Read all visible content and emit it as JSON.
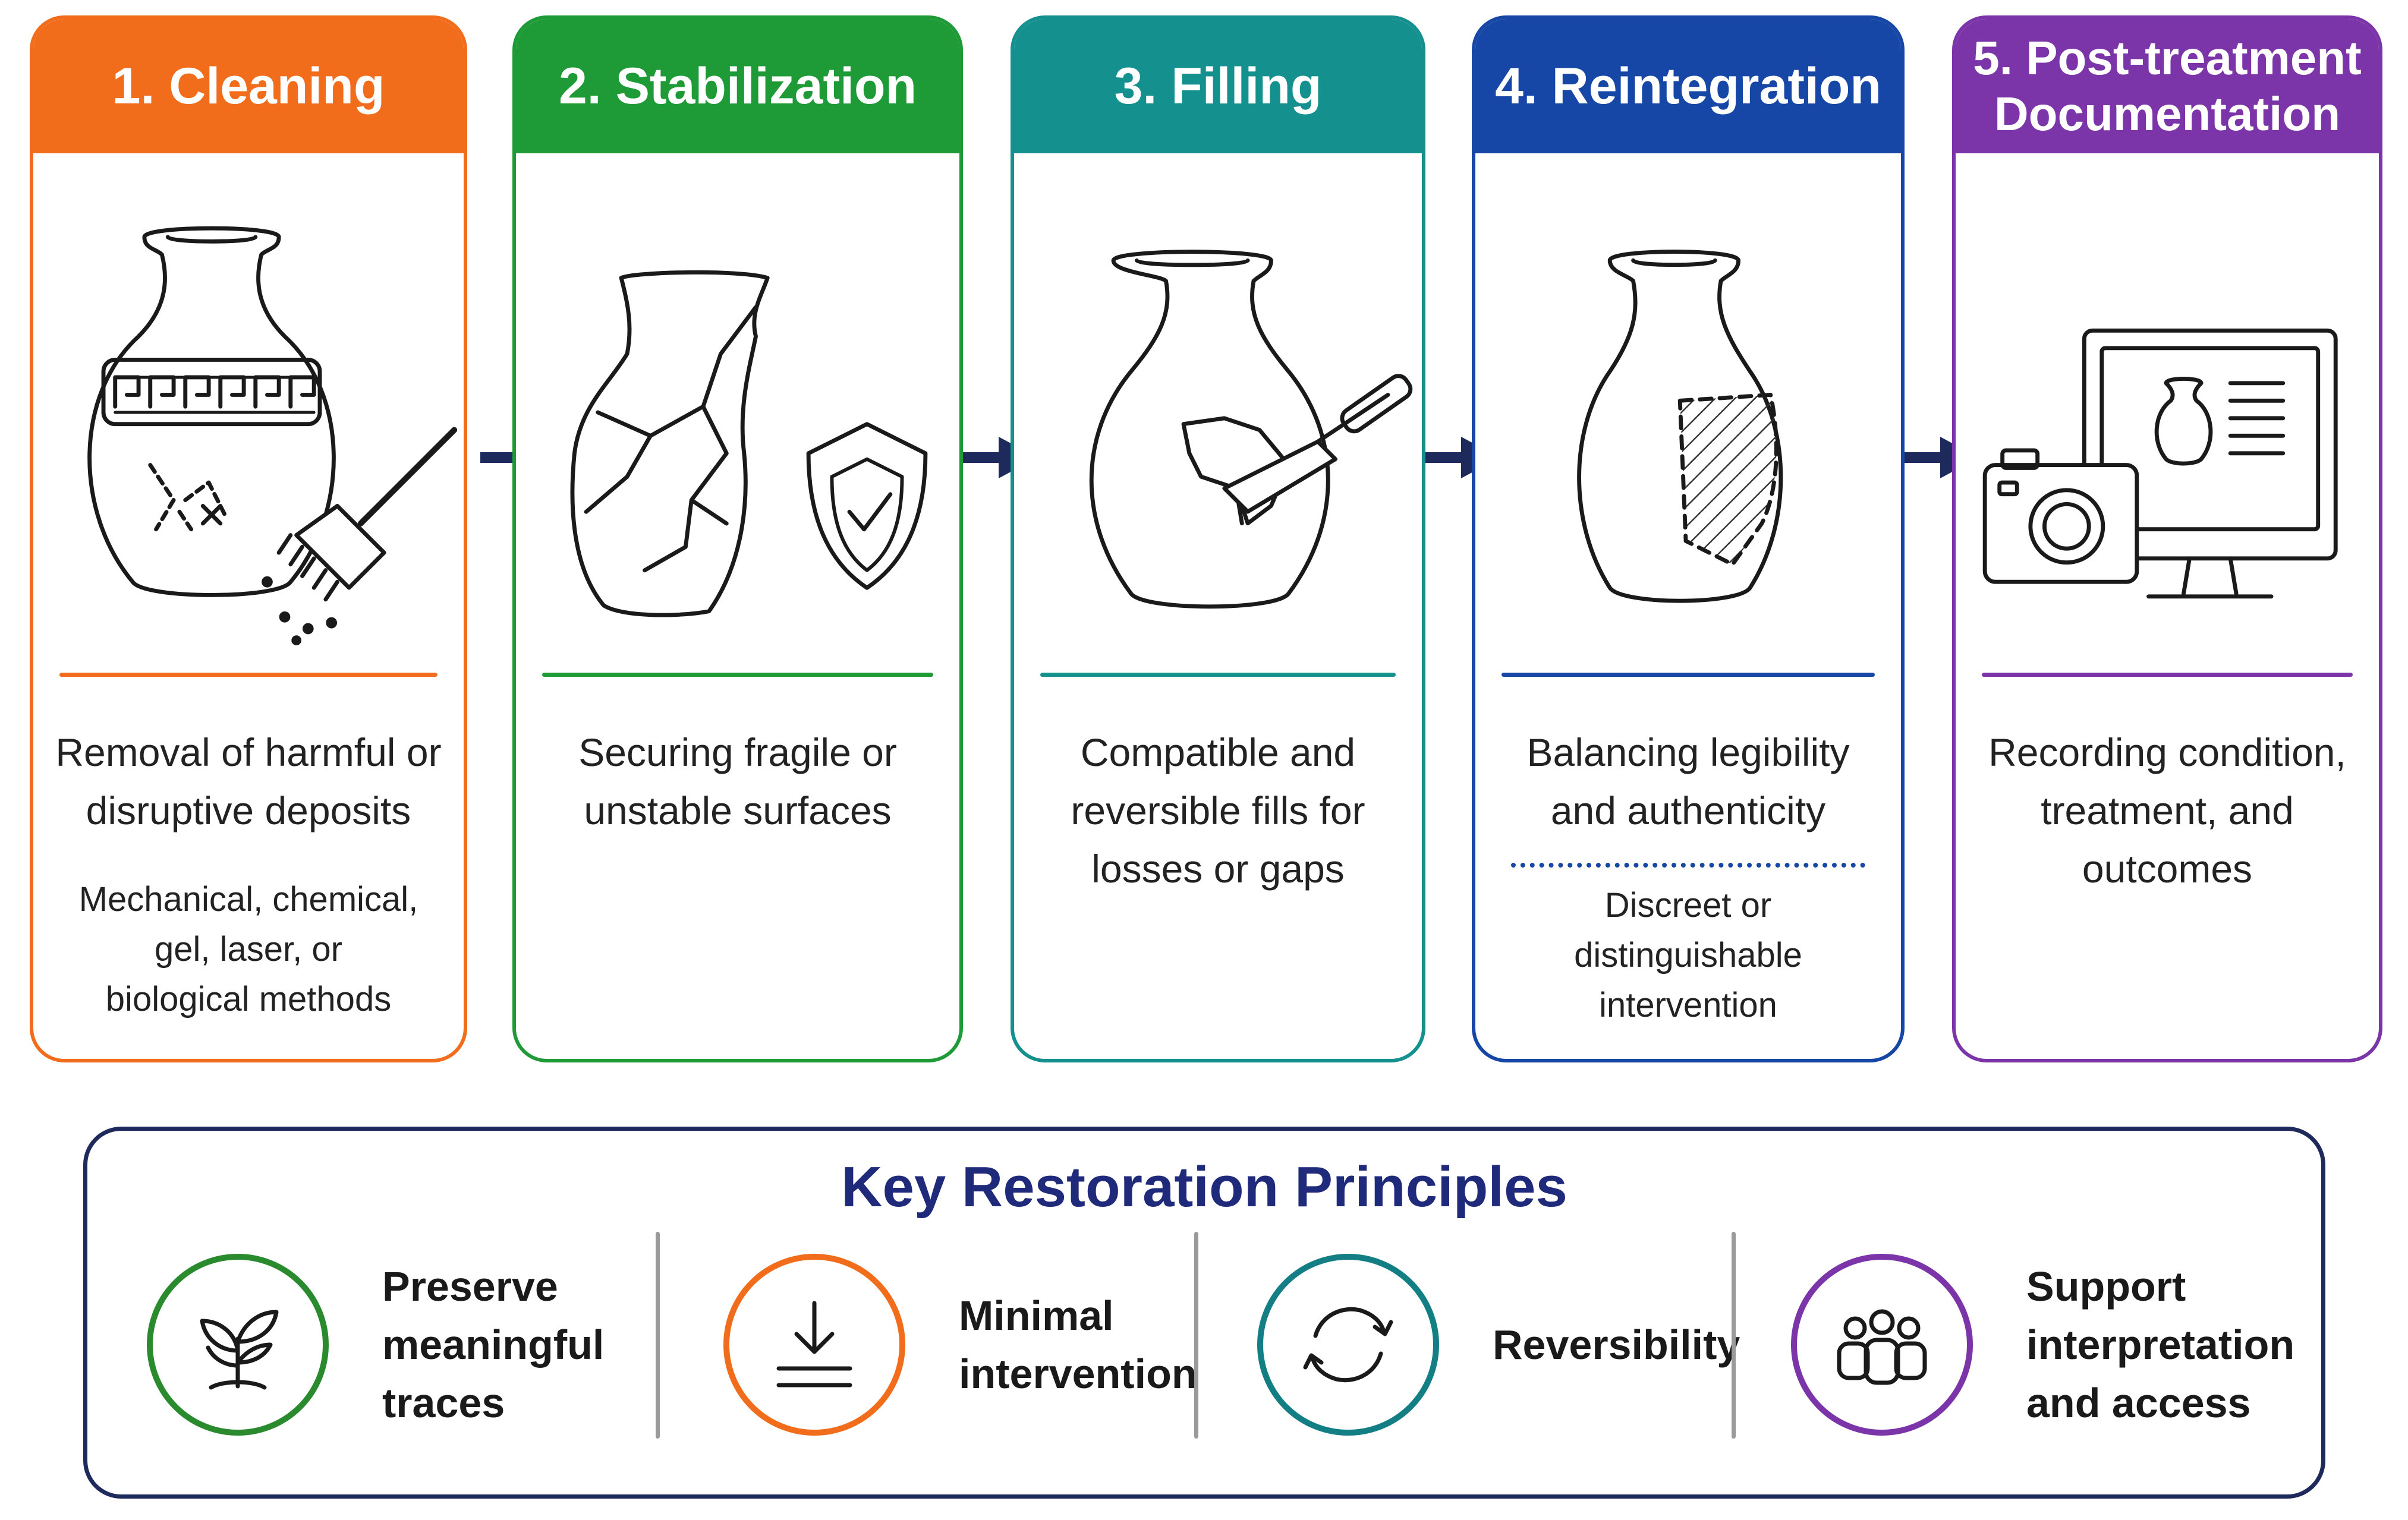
{
  "steps": [
    {
      "title": "1. Cleaning",
      "description": "Removal of harmful or\ndisruptive deposits",
      "detail": "Mechanical, chemical,\ngel, laser, or\nbiological methods",
      "color": "#f26d1b",
      "icon": "vase-brush-icon"
    },
    {
      "title": "2. Stabilization",
      "description": "Securing fragile or\nunstable surfaces",
      "detail": "",
      "color": "#1e9a37",
      "icon": "cracked-vase-shield-icon"
    },
    {
      "title": "3. Filling",
      "description": "Compatible and\nreversible fills for\nlosses or gaps",
      "detail": "",
      "color": "#14908f",
      "icon": "vase-trowel-icon"
    },
    {
      "title": "4. Reintegration",
      "description": "Balancing legibility\nand authenticity",
      "detail": "Discreet or\ndistinguishable\nintervention",
      "color": "#1747a6",
      "icon": "vase-hatched-icon"
    },
    {
      "title": "5. Post-treatment\nDocumentation",
      "description": "Recording condition,\ntreatment, and\noutcomes",
      "detail": "",
      "color": "#7b35a8",
      "icon": "camera-monitor-icon"
    }
  ],
  "principles": {
    "title": "Key Restoration Principles",
    "items": [
      {
        "label": "Preserve\nmeaningful\ntraces",
        "color": "#2a8a2e",
        "icon": "sprout-icon"
      },
      {
        "label": "Minimal\nintervention",
        "color": "#f26d1b",
        "icon": "arrow-down-lines-icon"
      },
      {
        "label": "Reversibility",
        "color": "#137f84",
        "icon": "cycle-arrows-icon"
      },
      {
        "label": "Support\ninterpretation\nand access",
        "color": "#7b35a8",
        "icon": "people-group-icon"
      }
    ]
  },
  "colors": {
    "arrow": "#1f2a5c",
    "frame": "#1f2a5c"
  }
}
